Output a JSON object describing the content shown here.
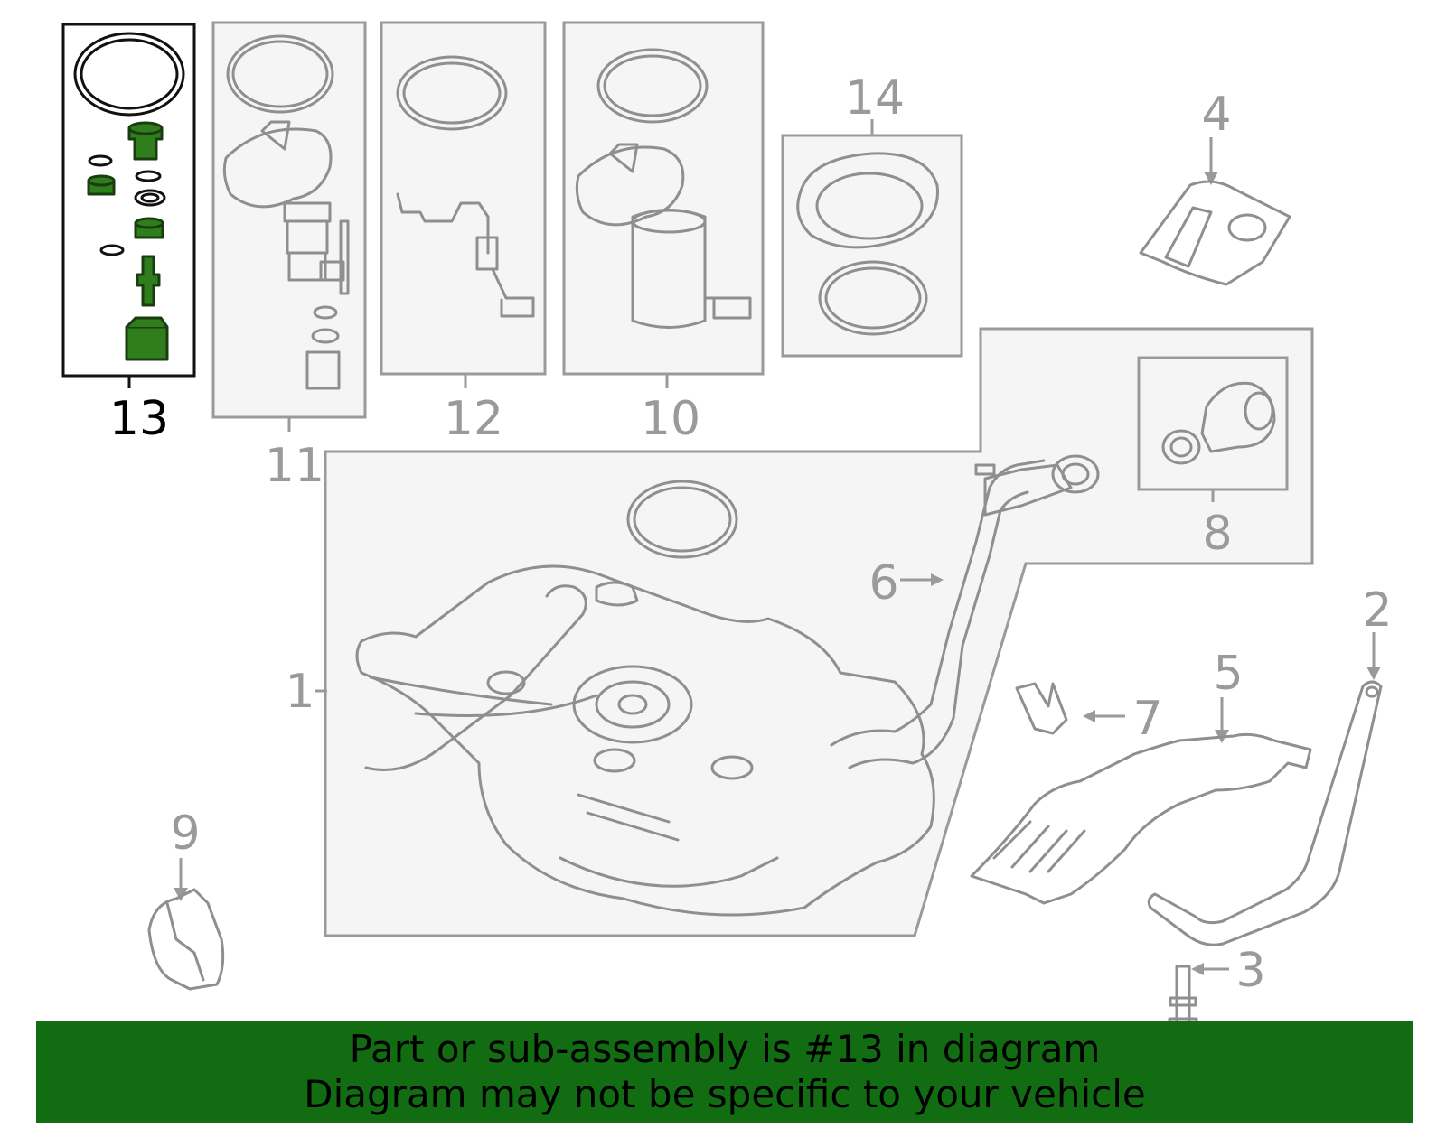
{
  "colors": {
    "accent_green": "#126d12",
    "part_stroke": "#8f8f8f",
    "highlight_part": "#2f7d1d",
    "box_fill": "#f5f5f5",
    "label_gray": "#9a9a9a"
  },
  "callouts": [
    {
      "id": "1",
      "label": "1"
    },
    {
      "id": "2",
      "label": "2"
    },
    {
      "id": "3",
      "label": "3"
    },
    {
      "id": "4",
      "label": "4"
    },
    {
      "id": "5",
      "label": "5"
    },
    {
      "id": "6",
      "label": "6"
    },
    {
      "id": "7",
      "label": "7"
    },
    {
      "id": "8",
      "label": "8"
    },
    {
      "id": "9",
      "label": "9"
    },
    {
      "id": "10",
      "label": "10"
    },
    {
      "id": "11",
      "label": "11"
    },
    {
      "id": "12",
      "label": "12"
    },
    {
      "id": "13",
      "label": "13",
      "highlighted": true
    },
    {
      "id": "14",
      "label": "14"
    }
  ],
  "banner": {
    "line1": "Part or sub-assembly is #13 in diagram",
    "line2": "Diagram may not be specific to your vehicle"
  }
}
